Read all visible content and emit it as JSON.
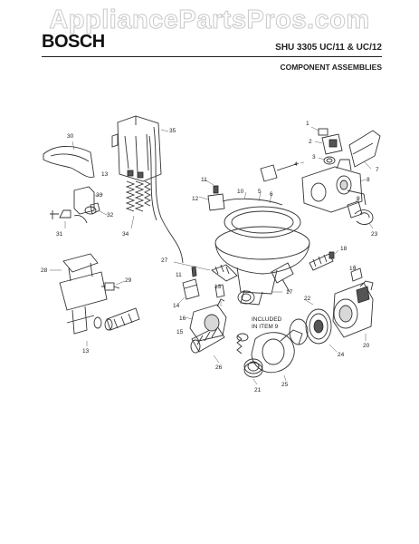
{
  "header": {
    "watermark": "AppliancePartsPros.com",
    "brand": "BOSCH",
    "model": "SHU 3305 UC/11 & UC/12",
    "section": "COMPONENT ASSEMBLIES"
  },
  "diagram": {
    "note_line1": "INCLUDED",
    "note_line2": "IN ITEM 9",
    "callouts": [
      "1",
      "2",
      "3",
      "4",
      "5",
      "6",
      "7",
      "8",
      "9",
      "10",
      "11",
      "11",
      "12",
      "13",
      "13",
      "13",
      "14",
      "15",
      "16",
      "17",
      "18",
      "19",
      "20",
      "21",
      "22",
      "23",
      "24",
      "25",
      "26",
      "27",
      "28",
      "29",
      "30",
      "31",
      "32",
      "33",
      "34",
      "35"
    ]
  }
}
